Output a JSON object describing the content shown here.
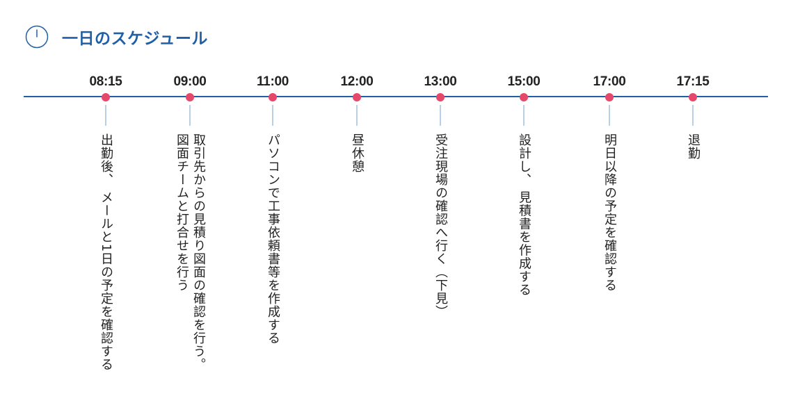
{
  "title": "一日のスケジュール",
  "icon": "clock-icon",
  "colors": {
    "title": "#1f5fa8",
    "axis": "#1f5fa8",
    "dot": "#e6486a",
    "connector": "#b9cfe6"
  },
  "events": [
    {
      "time": "08:15",
      "description": "出勤後、 メールと1日の予定を確認する"
    },
    {
      "time": "09:00",
      "description": "取引先からの見積り図面の確認を行う。\n図面チームと打合せを行う"
    },
    {
      "time": "11:00",
      "description": "パソコンで工事依頼書等を作成する"
    },
    {
      "time": "12:00",
      "description": "昼休憩"
    },
    {
      "time": "13:00",
      "description": "受注現場の確認へ行く（下見）"
    },
    {
      "time": "15:00",
      "description": "設計し、 見積書を作成する"
    },
    {
      "time": "17:00",
      "description": "明日以降の予定を確認する"
    },
    {
      "time": "17:15",
      "description": "退勤"
    }
  ]
}
